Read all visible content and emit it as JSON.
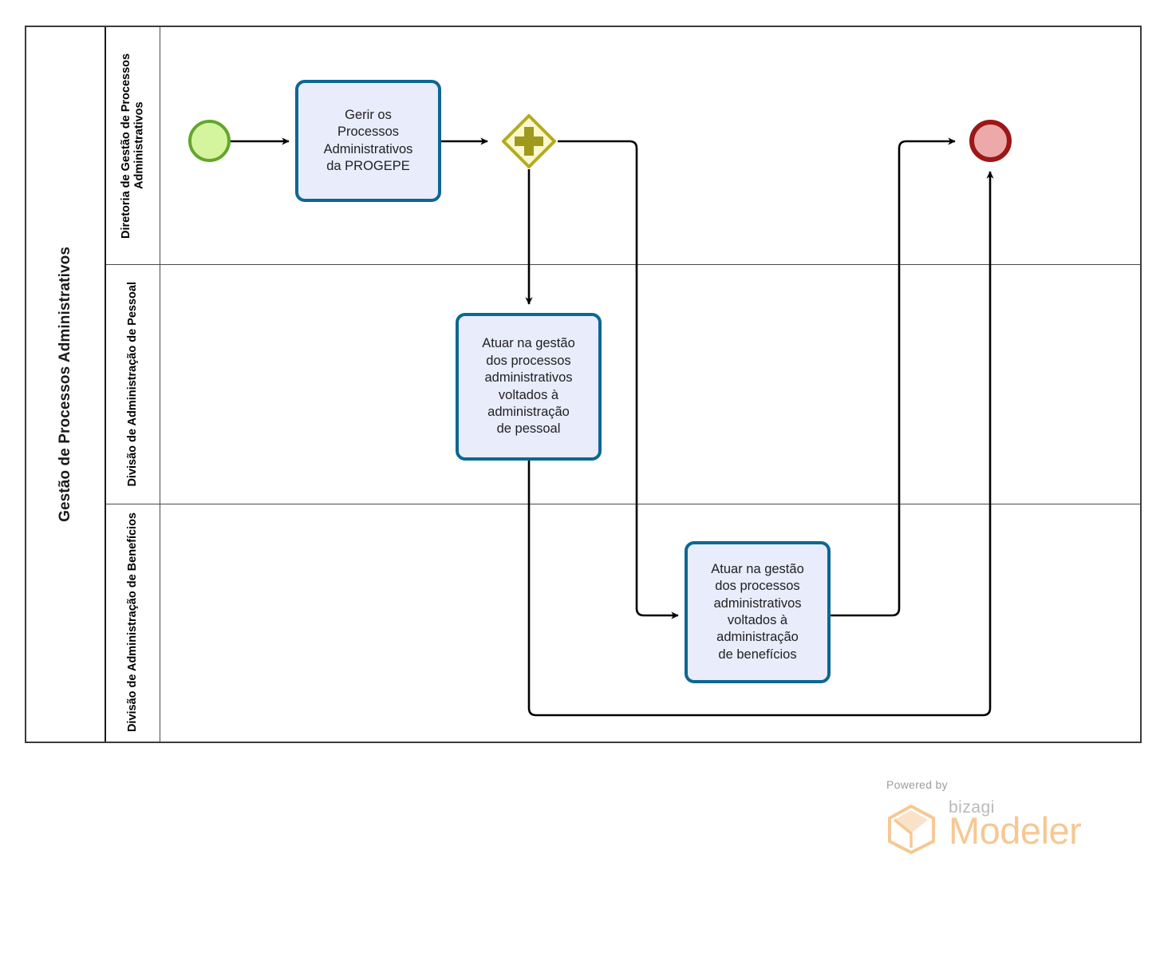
{
  "diagram": {
    "type": "bpmn-process-diagram",
    "pool": {
      "name": "Gestão de Processos Administrativos"
    },
    "lanes": [
      {
        "id": "lane-diretoria",
        "name": "Diretoria de Gestão de Processos Administrativos"
      },
      {
        "id": "lane-pessoal",
        "name": "Divisão de Administração de Pessoal"
      },
      {
        "id": "lane-beneficios",
        "name": "Divisão de Administração de Benefícios"
      }
    ],
    "nodes": [
      {
        "id": "start-1",
        "type": "start-event",
        "lane": "lane-diretoria",
        "label": ""
      },
      {
        "id": "task-1",
        "type": "task",
        "lane": "lane-diretoria",
        "label": "Gerir os\nProcessos\nAdministrativos\nda PROGEPE"
      },
      {
        "id": "gateway-1",
        "type": "parallel-gateway",
        "lane": "lane-diretoria",
        "label": "+"
      },
      {
        "id": "task-2",
        "type": "task",
        "lane": "lane-pessoal",
        "label": "Atuar na gestão\ndos processos\nadministrativos\nvoltados à\nadministração\nde pessoal"
      },
      {
        "id": "task-3",
        "type": "task",
        "lane": "lane-beneficios",
        "label": "Atuar na gestão\ndos processos\nadministrativos\nvoltados à\nadministração\nde benefícios"
      },
      {
        "id": "end-1",
        "type": "end-event",
        "lane": "lane-diretoria",
        "label": ""
      }
    ],
    "flows": [
      {
        "from": "start-1",
        "to": "task-1"
      },
      {
        "from": "task-1",
        "to": "gateway-1"
      },
      {
        "from": "gateway-1",
        "to": "task-2"
      },
      {
        "from": "gateway-1",
        "to": "task-3"
      },
      {
        "from": "task-2",
        "to": "end-1"
      },
      {
        "from": "task-3",
        "to": "end-1"
      }
    ],
    "colors": {
      "start_event_fill": "#d4f59e",
      "start_event_stroke": "#62a72b",
      "end_event_fill": "#eda9a9",
      "end_event_stroke": "#9c1717",
      "task_fill": "#e9ecfb",
      "task_stroke": "#0d6793",
      "gateway_fill": "#fbf8cd",
      "gateway_stroke": "#b3ab21",
      "connector": "#000000",
      "lane_border": "#4a4a4a",
      "pool_border": "#3b3b3b"
    }
  },
  "watermark": {
    "powered_by": "Powered by",
    "brand": "bizagi",
    "product": "Modeler",
    "brand_color": "#f6c893"
  }
}
